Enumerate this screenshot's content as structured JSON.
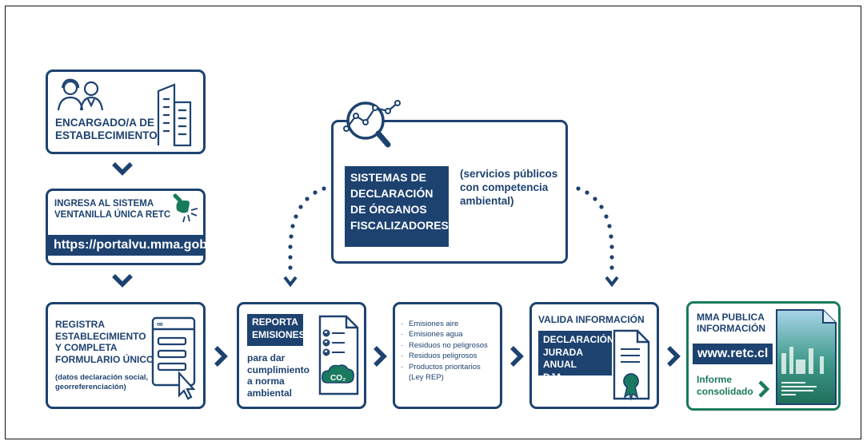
{
  "encargado": {
    "title_line1": "ENCARGADO/A DE",
    "title_line2": "ESTABLECIMIENTO"
  },
  "ingresa": {
    "title_line1": "INGRESA AL SISTEMA",
    "title_line2": "VENTANILLA ÚNICA RETC",
    "url": "https://portalvu.mma.gob.cl"
  },
  "sistemas": {
    "band_line1": "SISTEMAS DE",
    "band_line2": "DECLARACIÓN",
    "band_line3": "DE ÓRGANOS",
    "band_line4": "FISCALIZADORES",
    "note_line1": "(servicios públicos",
    "note_line2": "con competencia",
    "note_line3": "ambiental)"
  },
  "registra": {
    "line1": "REGISTRA",
    "line2": "ESTABLECIMIENTO",
    "line3": "Y COMPLETA",
    "line4": "FORMULARIO ÚNICO",
    "sub1": "(datos declaración social,",
    "sub2": "georreferenciación)",
    "form_tag": "∞"
  },
  "reporta": {
    "band_line1": "REPORTA",
    "band_line2": "EMISIONES",
    "body1": "para dar",
    "body2": "cumplimiento",
    "body3": "a norma",
    "body4": "ambiental",
    "co2": "CO₂"
  },
  "emisiones": {
    "items": [
      "Emisiones aire",
      "Emisiones agua",
      "Residuos no peligrosos",
      "Residuos peligrosos",
      "Productos prioritarios",
      "(Ley REP)"
    ]
  },
  "valida": {
    "title": "VALIDA INFORMACIÓN",
    "band_line1": "DECLARACIÓN",
    "band_line2": "JURADA ANUAL",
    "band_line3": "DJA"
  },
  "mma": {
    "title_line1": "MMA PUBLICA",
    "title_line2": "INFORMACIÓN",
    "url": "www.retc.cl",
    "informe_line1": "Informe",
    "informe_line2": "consolidado"
  },
  "colors": {
    "navy": "#1d4270",
    "green": "#1a7a5e",
    "teal_green": "#2f8f72"
  }
}
